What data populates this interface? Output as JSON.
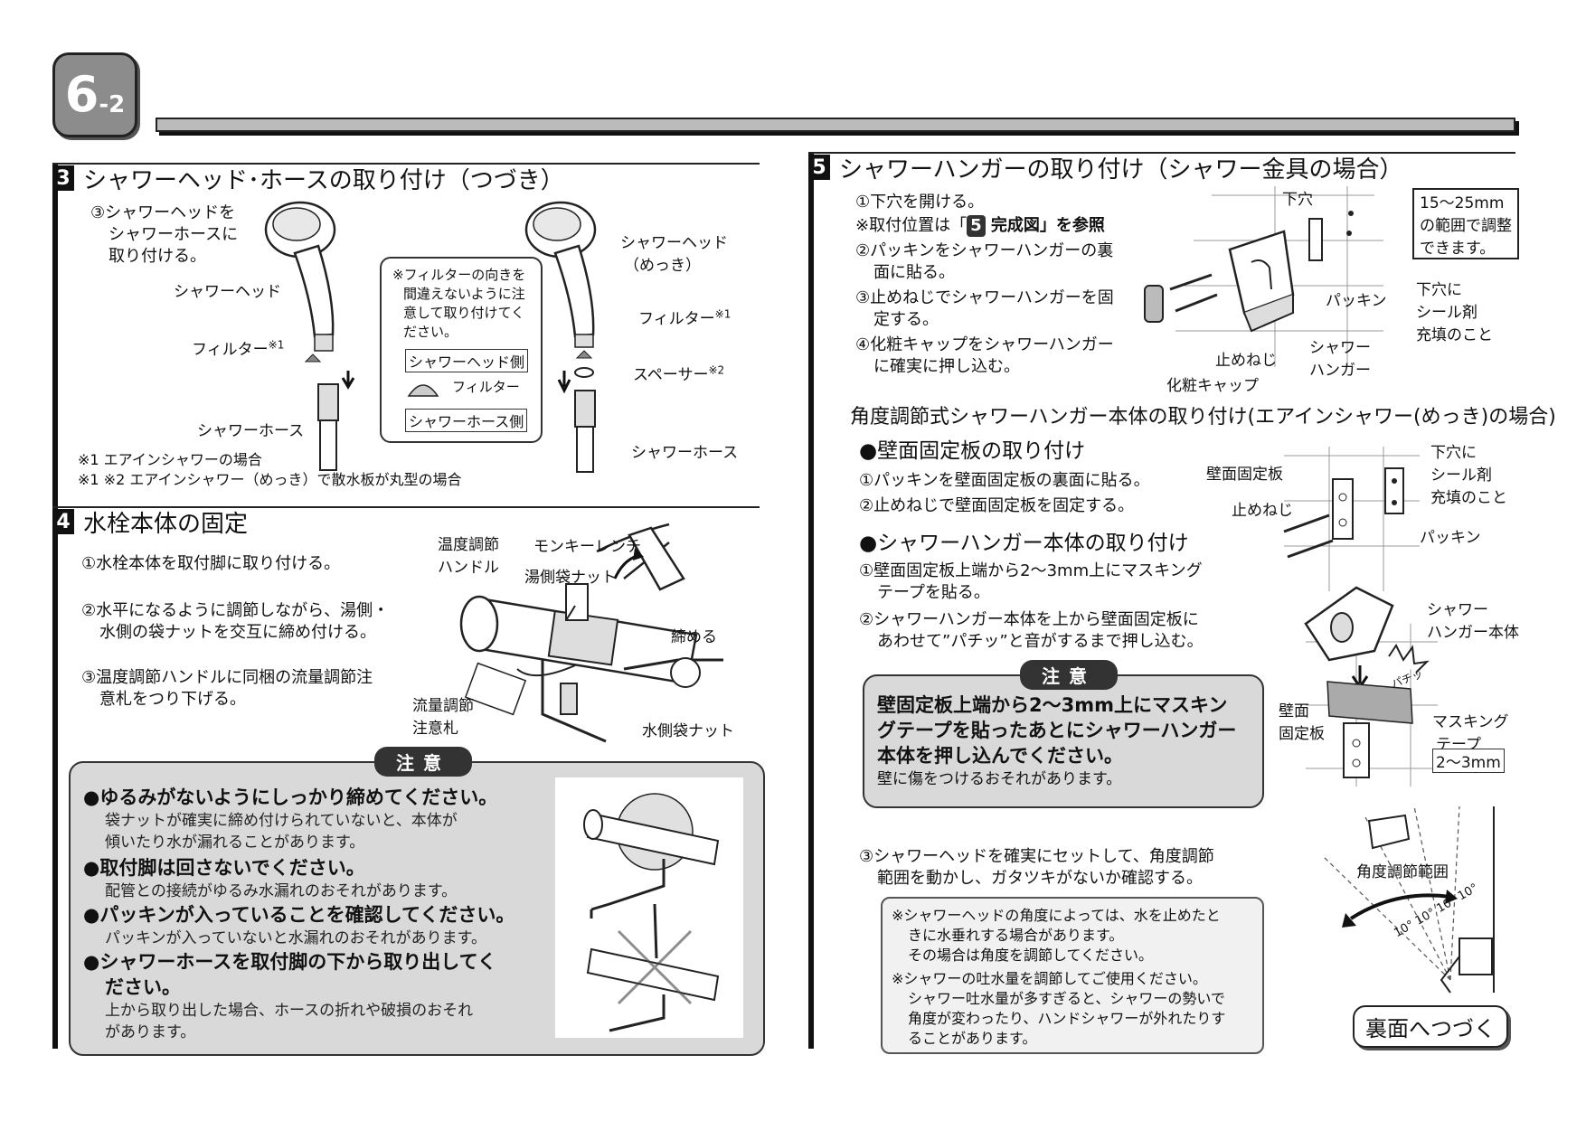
{
  "page": {
    "number_main": "6",
    "number_sub": "-2"
  },
  "sec3": {
    "num": "3",
    "title": "シャワーヘッド･ホースの取り付け（つづき）",
    "step": [
      "③シャワーヘッドを",
      "シャワーホースに",
      "取り付ける。"
    ],
    "labels": {
      "head_left": "シャワーヘッド",
      "filter_left": "フィルター",
      "filter_left_note": "※1",
      "hose_left": "シャワーホース",
      "head_right_1": "シャワーヘッド",
      "head_right_2": "（めっき）",
      "filter_right": "フィルター",
      "filter_right_note": "※1",
      "spacer": "スペーサー",
      "spacer_note": "※2",
      "hose_right": "シャワーホース"
    },
    "callout": {
      "text": [
        "※フィルターの向きを",
        "間違えないように注",
        "意して取り付けてく",
        "ださい。"
      ],
      "head_side": "シャワーヘッド側",
      "filter": "フィルター",
      "hose_side": "シャワーホース側"
    },
    "footnotes": [
      "※1 エアインシャワーの場合",
      "※1 ※2 エアインシャワー（めっき）で散水板が丸型の場合"
    ]
  },
  "sec4": {
    "num": "4",
    "title": "水栓本体の固定",
    "steps": [
      [
        "①水栓本体を取付脚に取り付ける。"
      ],
      [
        "②水平になるように調節しながら、湯側・",
        "水側の袋ナットを交互に締め付ける。"
      ],
      [
        "③温度調節ハンドルに同梱の流量調節注",
        "意札をつり下げる。"
      ]
    ],
    "labels": {
      "temp_handle_1": "温度調節",
      "temp_handle_2": "ハンドル",
      "monkey_wrench": "モンキーレンチ",
      "hot_nut": "湯側袋ナット",
      "tighten": "締める",
      "tag_1": "流量調節",
      "tag_2": "注意札",
      "cold_nut": "水側袋ナット"
    },
    "caution": {
      "tag": "注意",
      "items": [
        {
          "head": [
            "●ゆるみがないようにしっかり締めてください。"
          ],
          "body": [
            "袋ナットが確実に締め付けられていないと、本体が",
            "傾いたり水が漏れることがあります。"
          ]
        },
        {
          "head": [
            "●取付脚は回さないでください。"
          ],
          "body": [
            "配管との接続がゆるみ水漏れのおそれがあります。"
          ]
        },
        {
          "head": [
            "●パッキンが入っていることを確認してください。"
          ],
          "body": [
            "パッキンが入っていないと水漏れのおそれがあります。"
          ]
        },
        {
          "head": [
            "●シャワーホースを取付脚の下から取り出してく",
            "ださい。"
          ],
          "body": [
            "上から取り出した場合、ホースの折れや破損のおそれ",
            "があります。"
          ]
        }
      ]
    }
  },
  "sec5": {
    "num": "5",
    "title": "シャワーハンガーの取り付け（シャワー金具の場合）",
    "steps": [
      [
        "①下穴を開ける。"
      ],
      [
        "※取付位置は「",
        "5",
        " 完成図」を参照"
      ],
      [
        "②パッキンをシャワーハンガーの裏",
        "面に貼る。"
      ],
      [
        "③止めねじでシャワーハンガーを固",
        "定する。"
      ],
      [
        "④化粧キャップをシャワーハンガー",
        "に確実に押し込む。"
      ]
    ],
    "labels": {
      "pilot_hole": "下穴",
      "range_box": [
        "15～25mm",
        "の範囲で調整",
        "できます。"
      ],
      "packing": "パッキン",
      "sealant": [
        "下穴に",
        "シール剤",
        "充填のこと"
      ],
      "hanger": [
        "シャワー",
        "ハンガー"
      ],
      "screw": "止めねじ",
      "cap": "化粧キャップ"
    },
    "angle_title": "角度調節式シャワーハンガー本体の取り付け(エアインシャワー(めっき)の場合)",
    "wall_plate": {
      "heading": "●壁面固定板の取り付け",
      "steps": [
        "①パッキンを壁面固定板の裏面に貼る。",
        "②止めねじで壁面固定板を固定する。"
      ],
      "labels": {
        "plate": "壁面固定板",
        "screw": "止めねじ",
        "sealant": [
          "下穴に",
          "シール剤",
          "充填のこと"
        ],
        "packing": "パッキン"
      }
    },
    "hanger_body": {
      "heading": "●シャワーハンガー本体の取り付け",
      "steps": [
        [
          "①壁面固定板上端から2～3mm上にマスキング",
          "テープを貼る。"
        ],
        [
          "②シャワーハンガー本体を上から壁面固定板に",
          "あわせて”パチッ”と音がするまで押し込む。"
        ]
      ],
      "labels": {
        "body": [
          "シャワー",
          "ハンガー本体"
        ],
        "snap": "パチッ",
        "plate": [
          "壁面",
          "固定板"
        ],
        "tape": [
          "マスキング",
          "テープ"
        ],
        "gap": "2～3mm"
      }
    },
    "caution": {
      "tag": "注意",
      "bold": [
        "壁固定板上端から2～3mm上にマスキン",
        "グテープを貼ったあとにシャワーハンガー",
        "本体を押し込んでください。"
      ],
      "body": "壁に傷をつけるおそれがあります。"
    },
    "step3": [
      "③シャワーヘッドを確実にセットして、角度調節",
      "範囲を動かし、ガタツキがないか確認する。"
    ],
    "angle_range": "角度調節範囲",
    "angle_ticks": [
      "10°",
      "10°",
      "10°",
      "10°"
    ],
    "notes": [
      "※シャワーヘッドの角度によっては、水を止めたと",
      "きに水垂れする場合があります。",
      "その場合は角度を調節してください。",
      "※シャワーの吐水量を調節してご使用ください。",
      "シャワー吐水量が多すぎると、シャワーの勢いで",
      "角度が変わったり、ハンドシャワーが外れたりす",
      "ることがあります。"
    ],
    "next": "裏面へつづく"
  }
}
